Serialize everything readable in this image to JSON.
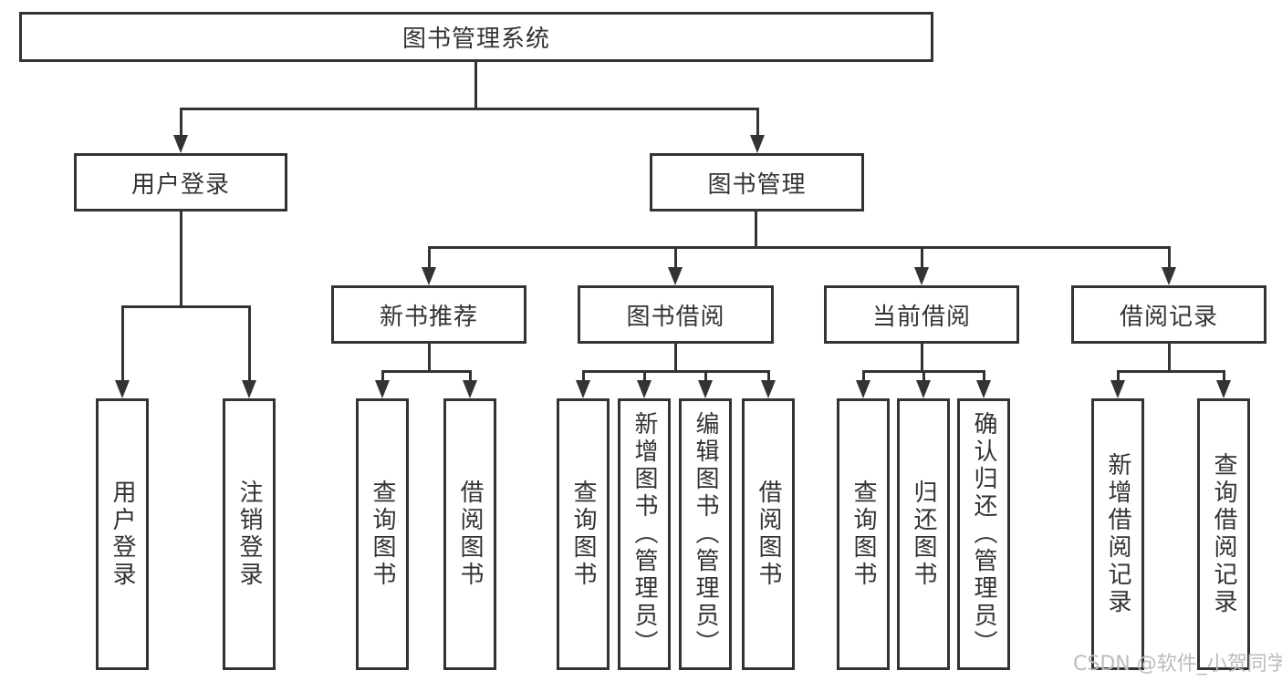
{
  "diagram": {
    "root": "图书管理系统",
    "level2": [
      "用户登录",
      "图书管理"
    ],
    "level3": [
      "新书推荐",
      "图书借阅",
      "当前借阅",
      "借阅记录"
    ],
    "leaves": {
      "login": [
        "用户登录",
        "注销登录"
      ],
      "recommend": [
        "查询图书",
        "借阅图书"
      ],
      "borrow": [
        "查询图书",
        "新增图书（管理员）",
        "编辑图书（管理员）",
        "借阅图书"
      ],
      "current": [
        "查询图书",
        "归还图书",
        "确认归还（管理员）"
      ],
      "records": [
        "新增借阅记录",
        "查询借阅记录"
      ]
    },
    "watermark": "CSDN @软件_小贺同学",
    "colors": {
      "line": "#333333",
      "text": "#333333",
      "background": "#ffffff",
      "watermark": "#bcbcbc"
    }
  }
}
